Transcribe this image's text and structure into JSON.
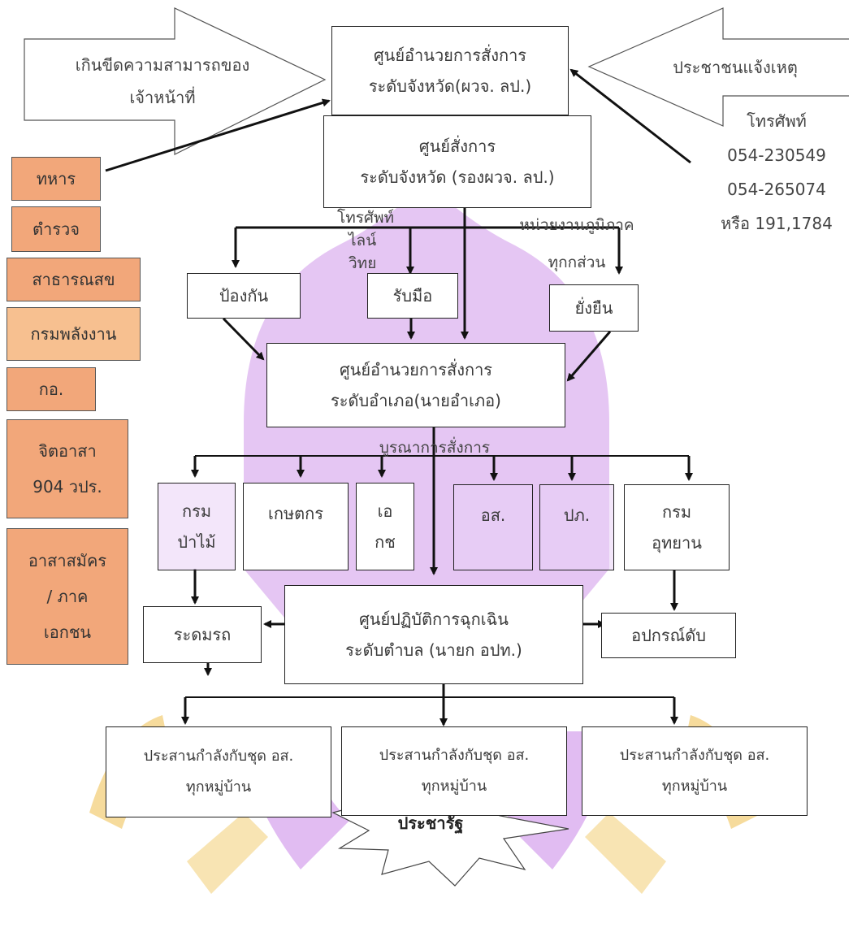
{
  "colors": {
    "watermark_purple": "#c680e6",
    "watermark_gold": "#f3cf7b",
    "side_box_orange": "#f2a77a",
    "side_box_light": "#f7c090",
    "line": "#111111"
  },
  "arrows": {
    "left_big": [
      "เกินขีดความสามารถของ",
      "เจ้าหน้าที่"
    ],
    "right_big": "ประชาชนแจ้งเหตุ"
  },
  "phone": [
    "โทรศัพท์",
    "054-230549",
    "054-265074",
    "หรือ 191,1784"
  ],
  "top": {
    "province_command": [
      "ศูนย์อำนวยการสั่งการ",
      "ระดับจังหวัด(ผวจ. ลป.)"
    ],
    "province_order": [
      "ศูนย์สั่งการ",
      "ระดับจังหวัด (รองผวจ. ลป.)"
    ]
  },
  "side_boxes": [
    "ทหาร",
    "ตำรวจ",
    "สาธารณสข",
    "กรมพลังงาน",
    "กอ.",
    "จิตอาสา 904 วปร.",
    "อาสาสมัคร / ภาคเอกชน"
  ],
  "labels": {
    "phone_line": [
      "โทรศัพท์",
      "ไลน์",
      "วิทย"
    ],
    "regional": [
      "หน่วยงานภูมิภาค",
      "ทุกกส่วน"
    ],
    "integration": "บูรณาการสั่งการ"
  },
  "row_phase": [
    "ป้องกัน",
    "รับมือ",
    "ยั่งยืน"
  ],
  "district": [
    "ศูนย์อำนวยการสั่งการ",
    "ระดับอำเภอ(นายอำเภอ)"
  ],
  "agencies": [
    [
      "กรม",
      "ป่าไม้"
    ],
    [
      "เกษตกร"
    ],
    [
      "เอ",
      "กช"
    ],
    [
      "อส."
    ],
    [
      "ปภ."
    ],
    [
      "กรม",
      "อุทยาน"
    ]
  ],
  "subdistrict": [
    "ศูนย์ปฏิบัติการฉุกเฉิน",
    "ระดับตำบล (นายก อปท.)"
  ],
  "fire_line": "ระดมรถ",
  "equipment": "อปกรณ์ดับ",
  "village_coord": [
    "ประสานกำลังกับชุด อส.",
    "ทุกหมู่บ้าน"
  ],
  "public": "ประชารัฐ"
}
